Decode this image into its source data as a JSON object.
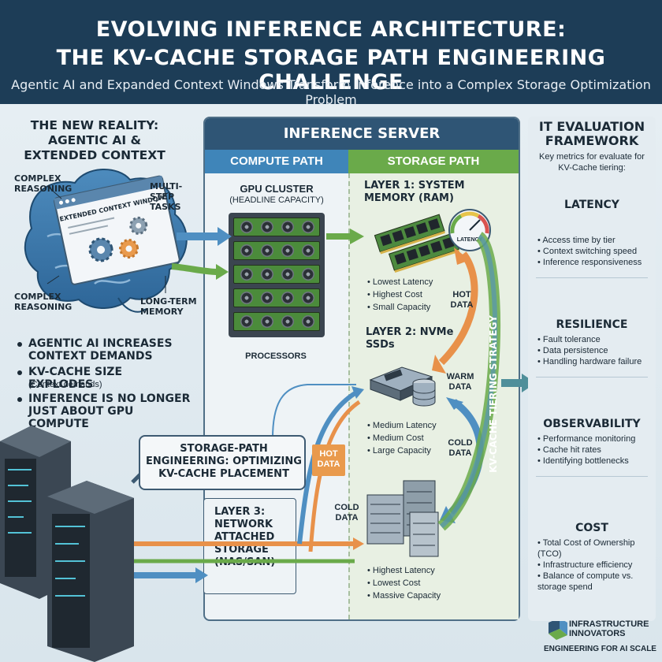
{
  "header": {
    "title_line1": "EVOLVING INFERENCE ARCHITECTURE:",
    "title_line2": "THE KV-CACHE STORAGE PATH ENGINEERING CHALLENGE",
    "subtitle": "Agentic AI and Expanded Context Windows Transform Inference into a Complex Storage Optimization Problem"
  },
  "left": {
    "title": "THE NEW REALITY: AGENTIC AI & EXTENDED CONTEXT",
    "brain_labels": {
      "complex_reasoning_top": "COMPLEX REASONING",
      "multi_step": "MULTI-STEP TASKS",
      "window": "EXTENDED CONTEXT WINDOW",
      "complex_reasoning_bottom": "COMPLEX REASONING",
      "long_term": "LONG-TERM MEMORY"
    },
    "bullets": [
      {
        "text": "AGENTIC AI INCREASES CONTEXT DEMANDS"
      },
      {
        "text": "KV-CACHE SIZE EXPLODES",
        "sub": "(Context demands)"
      },
      {
        "text": "INFERENCE IS NO LONGER JUST ABOUT GPU COMPUTE"
      }
    ]
  },
  "server": {
    "title": "INFERENCE SERVER",
    "compute_path": "COMPUTE PATH",
    "storage_path": "STORAGE PATH",
    "gpu_title": "GPU CLUSTER",
    "gpu_sub": "(HEADLINE CAPACITY)",
    "processors": "PROCESSORS",
    "latency_gauge": "LATENCY",
    "tiering_strategy": "KV-CACHE TIERING STRATEGY",
    "layer1": {
      "title": "LAYER 1: SYSTEM MEMORY (RAM)",
      "bullets": [
        "Lowest Latency",
        "Highest Cost",
        "Small Capacity"
      ]
    },
    "layer2": {
      "title": "LAYER 2: NVMe SSDs",
      "bullets": [
        "Medium Latency",
        "Medium Cost",
        "Large Capacity"
      ]
    },
    "layer3": {
      "title": "LAYER 3: NETWORK ATTACHED STORAGE (NAS/SAN)",
      "bullets": [
        "Highest Latency",
        "Lowest Cost",
        "Massive Capacity"
      ]
    },
    "labels": {
      "hot": "HOT DATA",
      "warm": "WARM DATA",
      "cold": "COLD DATA",
      "hot_tag": "HOT DATA",
      "cold_left": "COLD DATA"
    },
    "spe": "STORAGE-PATH ENGINEERING: OPTIMIZING KV-CACHE PLACEMENT"
  },
  "right": {
    "title": "IT EVALUATION FRAMEWORK",
    "subtitle": "Key metrics for evaluate for KV-Cache tiering:",
    "metrics": [
      {
        "name": "LATENCY",
        "icon": "stopwatch-icon",
        "bullets": [
          "Access time by tier",
          "Context switching speed",
          "Inference responsiveness"
        ]
      },
      {
        "name": "RESILIENCE",
        "icon": "shield-gear-icon",
        "bullets": [
          "Fault tolerance",
          "Data persistence",
          "Handling hardware failure"
        ]
      },
      {
        "name": "OBSERVABILITY",
        "icon": "chart-eye-icon",
        "bullets": [
          "Performance monitoring",
          "Cache hit rates",
          "Identifying bottlenecks"
        ]
      },
      {
        "name": "COST",
        "icon": "dollar-arrow-icon",
        "bullets": [
          "Total Cost of Ownership (TCO)",
          "Infrastructure efficiency",
          "Balance of compute vs. storage spend"
        ]
      }
    ]
  },
  "brand": {
    "name": "INFRASTRUCTURE INNOVATORS",
    "tagline": "ENGINEERING FOR AI SCALE"
  },
  "colors": {
    "navy": "#1d3d57",
    "compute_blue": "#3f85b9",
    "storage_green": "#6aaa4a",
    "hot_orange": "#e99a4d"
  }
}
